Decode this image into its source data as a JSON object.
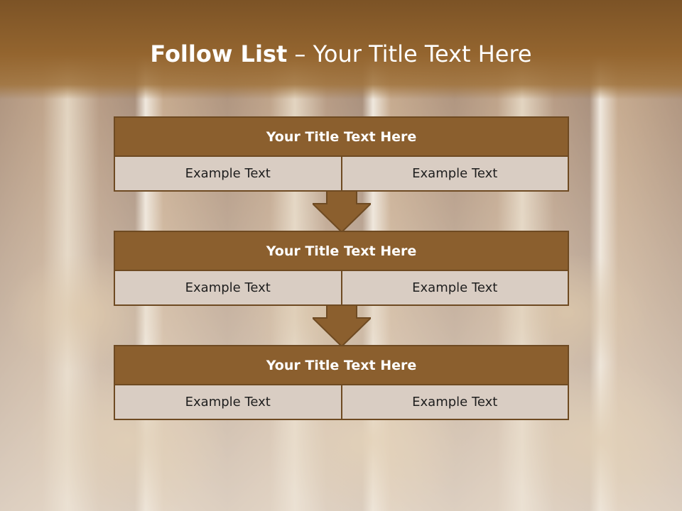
{
  "slide": {
    "title_bold": "Follow List",
    "title_rest": " – Your Title Text Here"
  },
  "steps": [
    {
      "title": "Your Title Text Here",
      "left": "Example Text",
      "right": "Example Text"
    },
    {
      "title": "Your Title Text Here",
      "left": "Example Text",
      "right": "Example Text"
    },
    {
      "title": "Your Title Text Here",
      "left": "Example Text",
      "right": "Example Text"
    }
  ],
  "colors": {
    "header": "#8b5f2e",
    "block_title": "#8b5f2e",
    "cell": "#d9cdc3",
    "arrow": "#8b5f2e"
  },
  "icons": [
    "down-arrow-icon",
    "down-arrow-icon"
  ]
}
